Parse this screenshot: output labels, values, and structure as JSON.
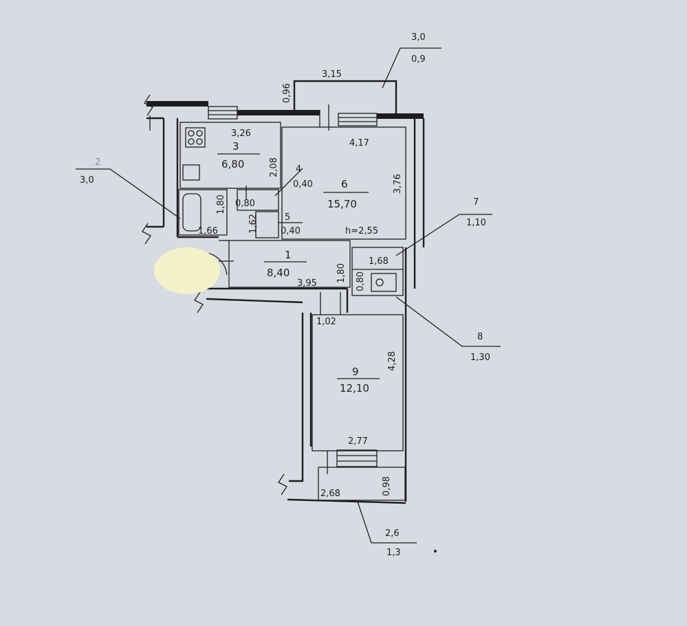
{
  "plan": {
    "rooms": [
      {
        "number": "1",
        "area": "8,40"
      },
      {
        "number": "2",
        "area": "3,0"
      },
      {
        "number": "3",
        "area": "6,80"
      },
      {
        "number": "4",
        "area": "0,40"
      },
      {
        "number": "5",
        "area": "0,40"
      },
      {
        "number": "6",
        "area": "15,70"
      },
      {
        "number": "7",
        "area": "1,10"
      },
      {
        "number": "8",
        "area": "1,30"
      },
      {
        "number": "9",
        "area": "12,10"
      }
    ],
    "balconies": {
      "top": {
        "top": "3,0",
        "bottom": "0,9"
      },
      "bottom": {
        "top": "2,6",
        "bottom": "1,3"
      }
    },
    "height": "h=2,55",
    "dims": {
      "top_balcony_w": "3,15",
      "top_balcony_h": "0,96",
      "kitchen_w": "3,26",
      "kitchen_h": "2,08",
      "room6_w": "4,17",
      "room6_h": "3,76",
      "bath_h": "1,80",
      "bath_w": "1,66",
      "closet4_w": "0,80",
      "closet5_h": "1,62",
      "hall_w": "3,95",
      "hall_h": "1,80",
      "wc7_w": "1,68",
      "wc8_w": "0,80",
      "door_w": "1,02",
      "room9_h": "4,28",
      "room9_w": "2,77",
      "bottom_balcony_w": "2,68",
      "bottom_balcony_h": "0,98"
    }
  }
}
